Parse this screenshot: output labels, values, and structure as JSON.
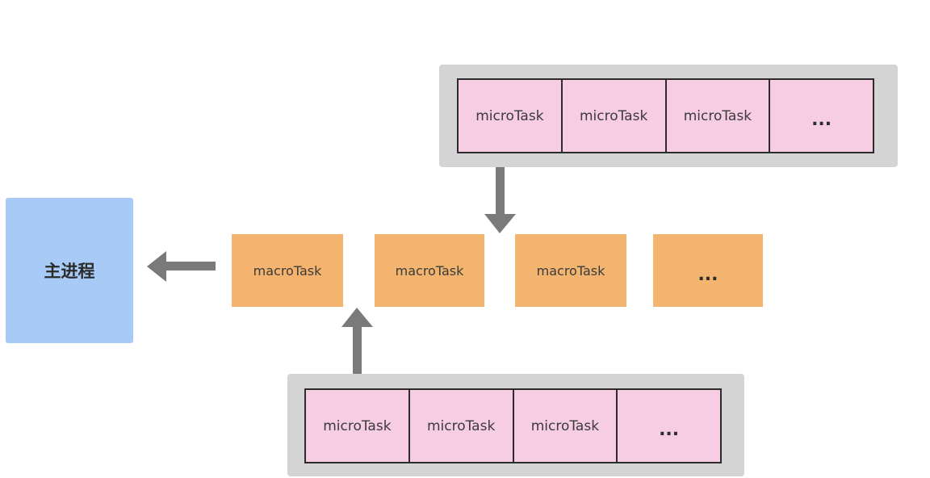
{
  "main_thread": {
    "label": "主进程"
  },
  "macro_queue": {
    "items": [
      "macroTask",
      "macroTask",
      "macroTask",
      "..."
    ]
  },
  "micro_queue_top": {
    "items": [
      "microTask",
      "microTask",
      "microTask",
      "..."
    ]
  },
  "micro_queue_bottom": {
    "items": [
      "microTask",
      "microTask",
      "microTask",
      "..."
    ]
  },
  "colors": {
    "main_thread": "#a7cbf6",
    "macro_task": "#f3b46f",
    "micro_task": "#f6cde3",
    "queue_frame": "#d4d4d4",
    "arrow": "#7a7a7a"
  }
}
